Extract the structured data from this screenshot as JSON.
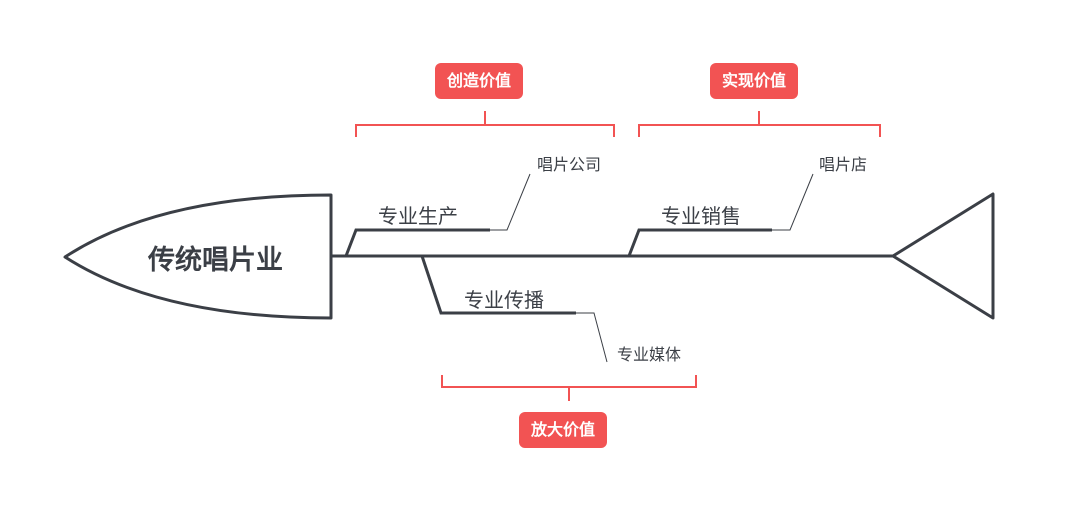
{
  "colors": {
    "line": "#3b3f46",
    "accent": "#f25353",
    "text": "#3b3f46"
  },
  "diagram": {
    "head_title": "传统唱片业",
    "bones": [
      {
        "label": "专业生产",
        "leaf": "唱片公司"
      },
      {
        "label": "专业销售",
        "leaf": "唱片店"
      },
      {
        "label": "专业传播",
        "leaf": "专业媒体"
      }
    ],
    "groups": [
      {
        "label": "创造价值"
      },
      {
        "label": "实现价值"
      },
      {
        "label": "放大价值"
      }
    ]
  }
}
